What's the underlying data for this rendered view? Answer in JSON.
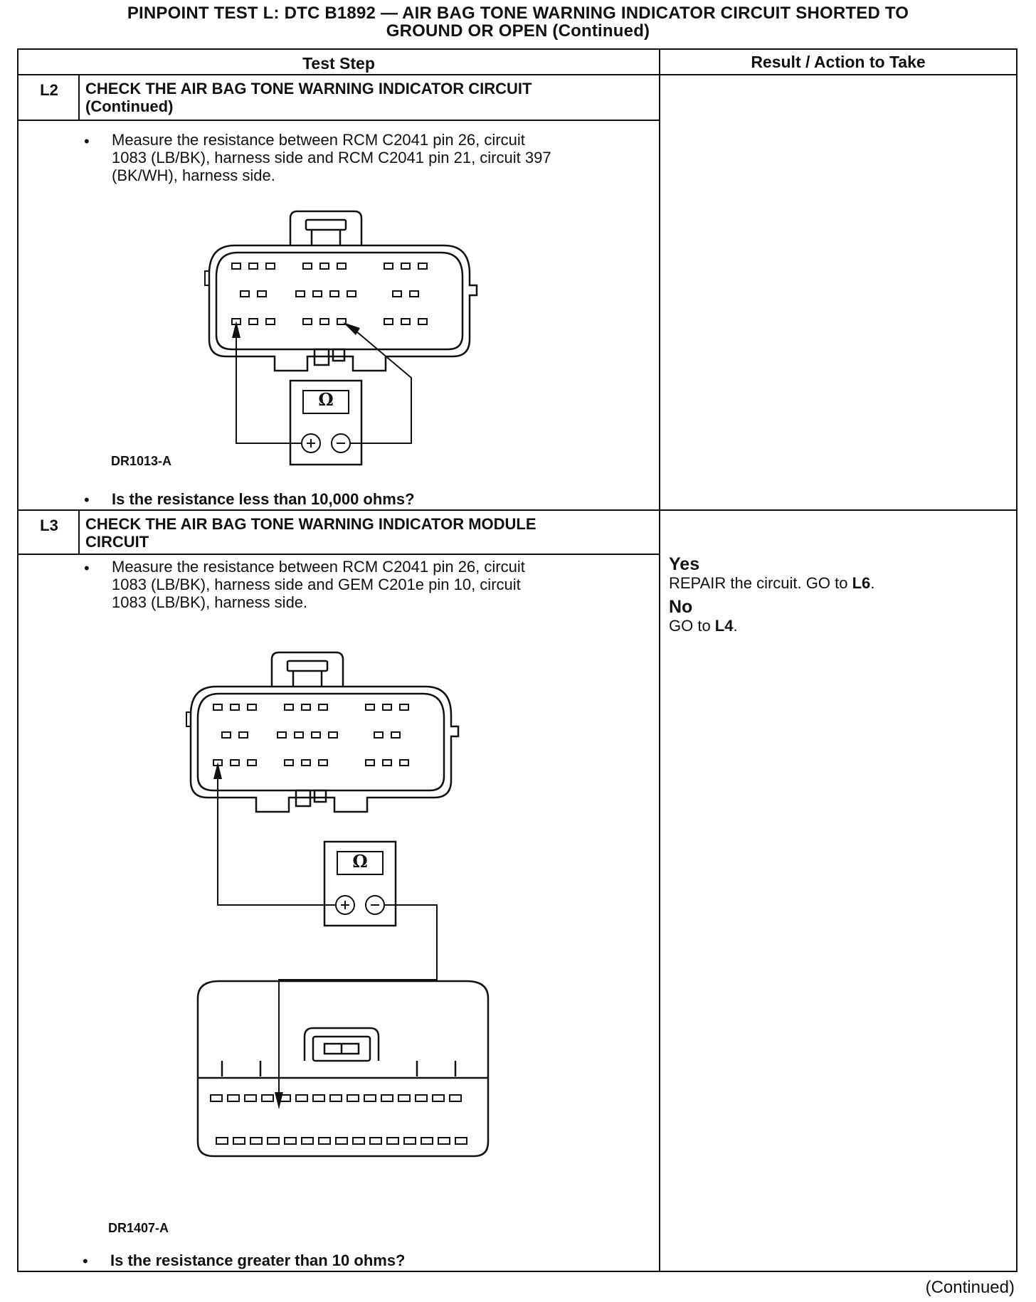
{
  "title": {
    "line1": "PINPOINT TEST  L: DTC B1892 — AIR BAG TONE WARNING INDICATOR CIRCUIT SHORTED TO",
    "line2": "GROUND OR OPEN (Continued)"
  },
  "table": {
    "header_test_step": "Test Step",
    "header_result": "Result / Action to Take"
  },
  "steps": [
    {
      "id": "L2",
      "heading_line1": "CHECK THE AIR BAG TONE WARNING INDICATOR CIRCUIT",
      "heading_line2": "(Continued)",
      "instruction_line1": "Measure the resistance between RCM C2041 pin 26, circuit",
      "instruction_line2": "1083 (LB/BK), harness side and RCM C2041 pin 21, circuit 397",
      "instruction_line3": "(BK/WH), harness side.",
      "figure_label": "DR1013-A",
      "meter_symbol": "Ω",
      "question": "Is the resistance less than 10,000 ohms?"
    },
    {
      "id": "L3",
      "heading_line1": "CHECK THE AIR BAG TONE WARNING INDICATOR MODULE",
      "heading_line2": "CIRCUIT",
      "instruction_line1": "Measure the resistance between RCM C2041 pin 26, circuit",
      "instruction_line2": "1083 (LB/BK), harness side and GEM C201e pin 10, circuit",
      "instruction_line3": "1083 (LB/BK), harness side.",
      "figure_label": "DR1407-A",
      "meter_symbol": "Ω",
      "question": "Is the resistance greater than 10 ohms?",
      "result": {
        "yes_label": "Yes",
        "yes_prefix": "REPAIR the circuit. GO to ",
        "yes_target": "L6",
        "yes_suffix": ".",
        "no_label": "No",
        "no_prefix": "GO to ",
        "no_target": "L4",
        "no_suffix": "."
      }
    }
  ],
  "continued": "(Continued)",
  "bullet_char": "•"
}
